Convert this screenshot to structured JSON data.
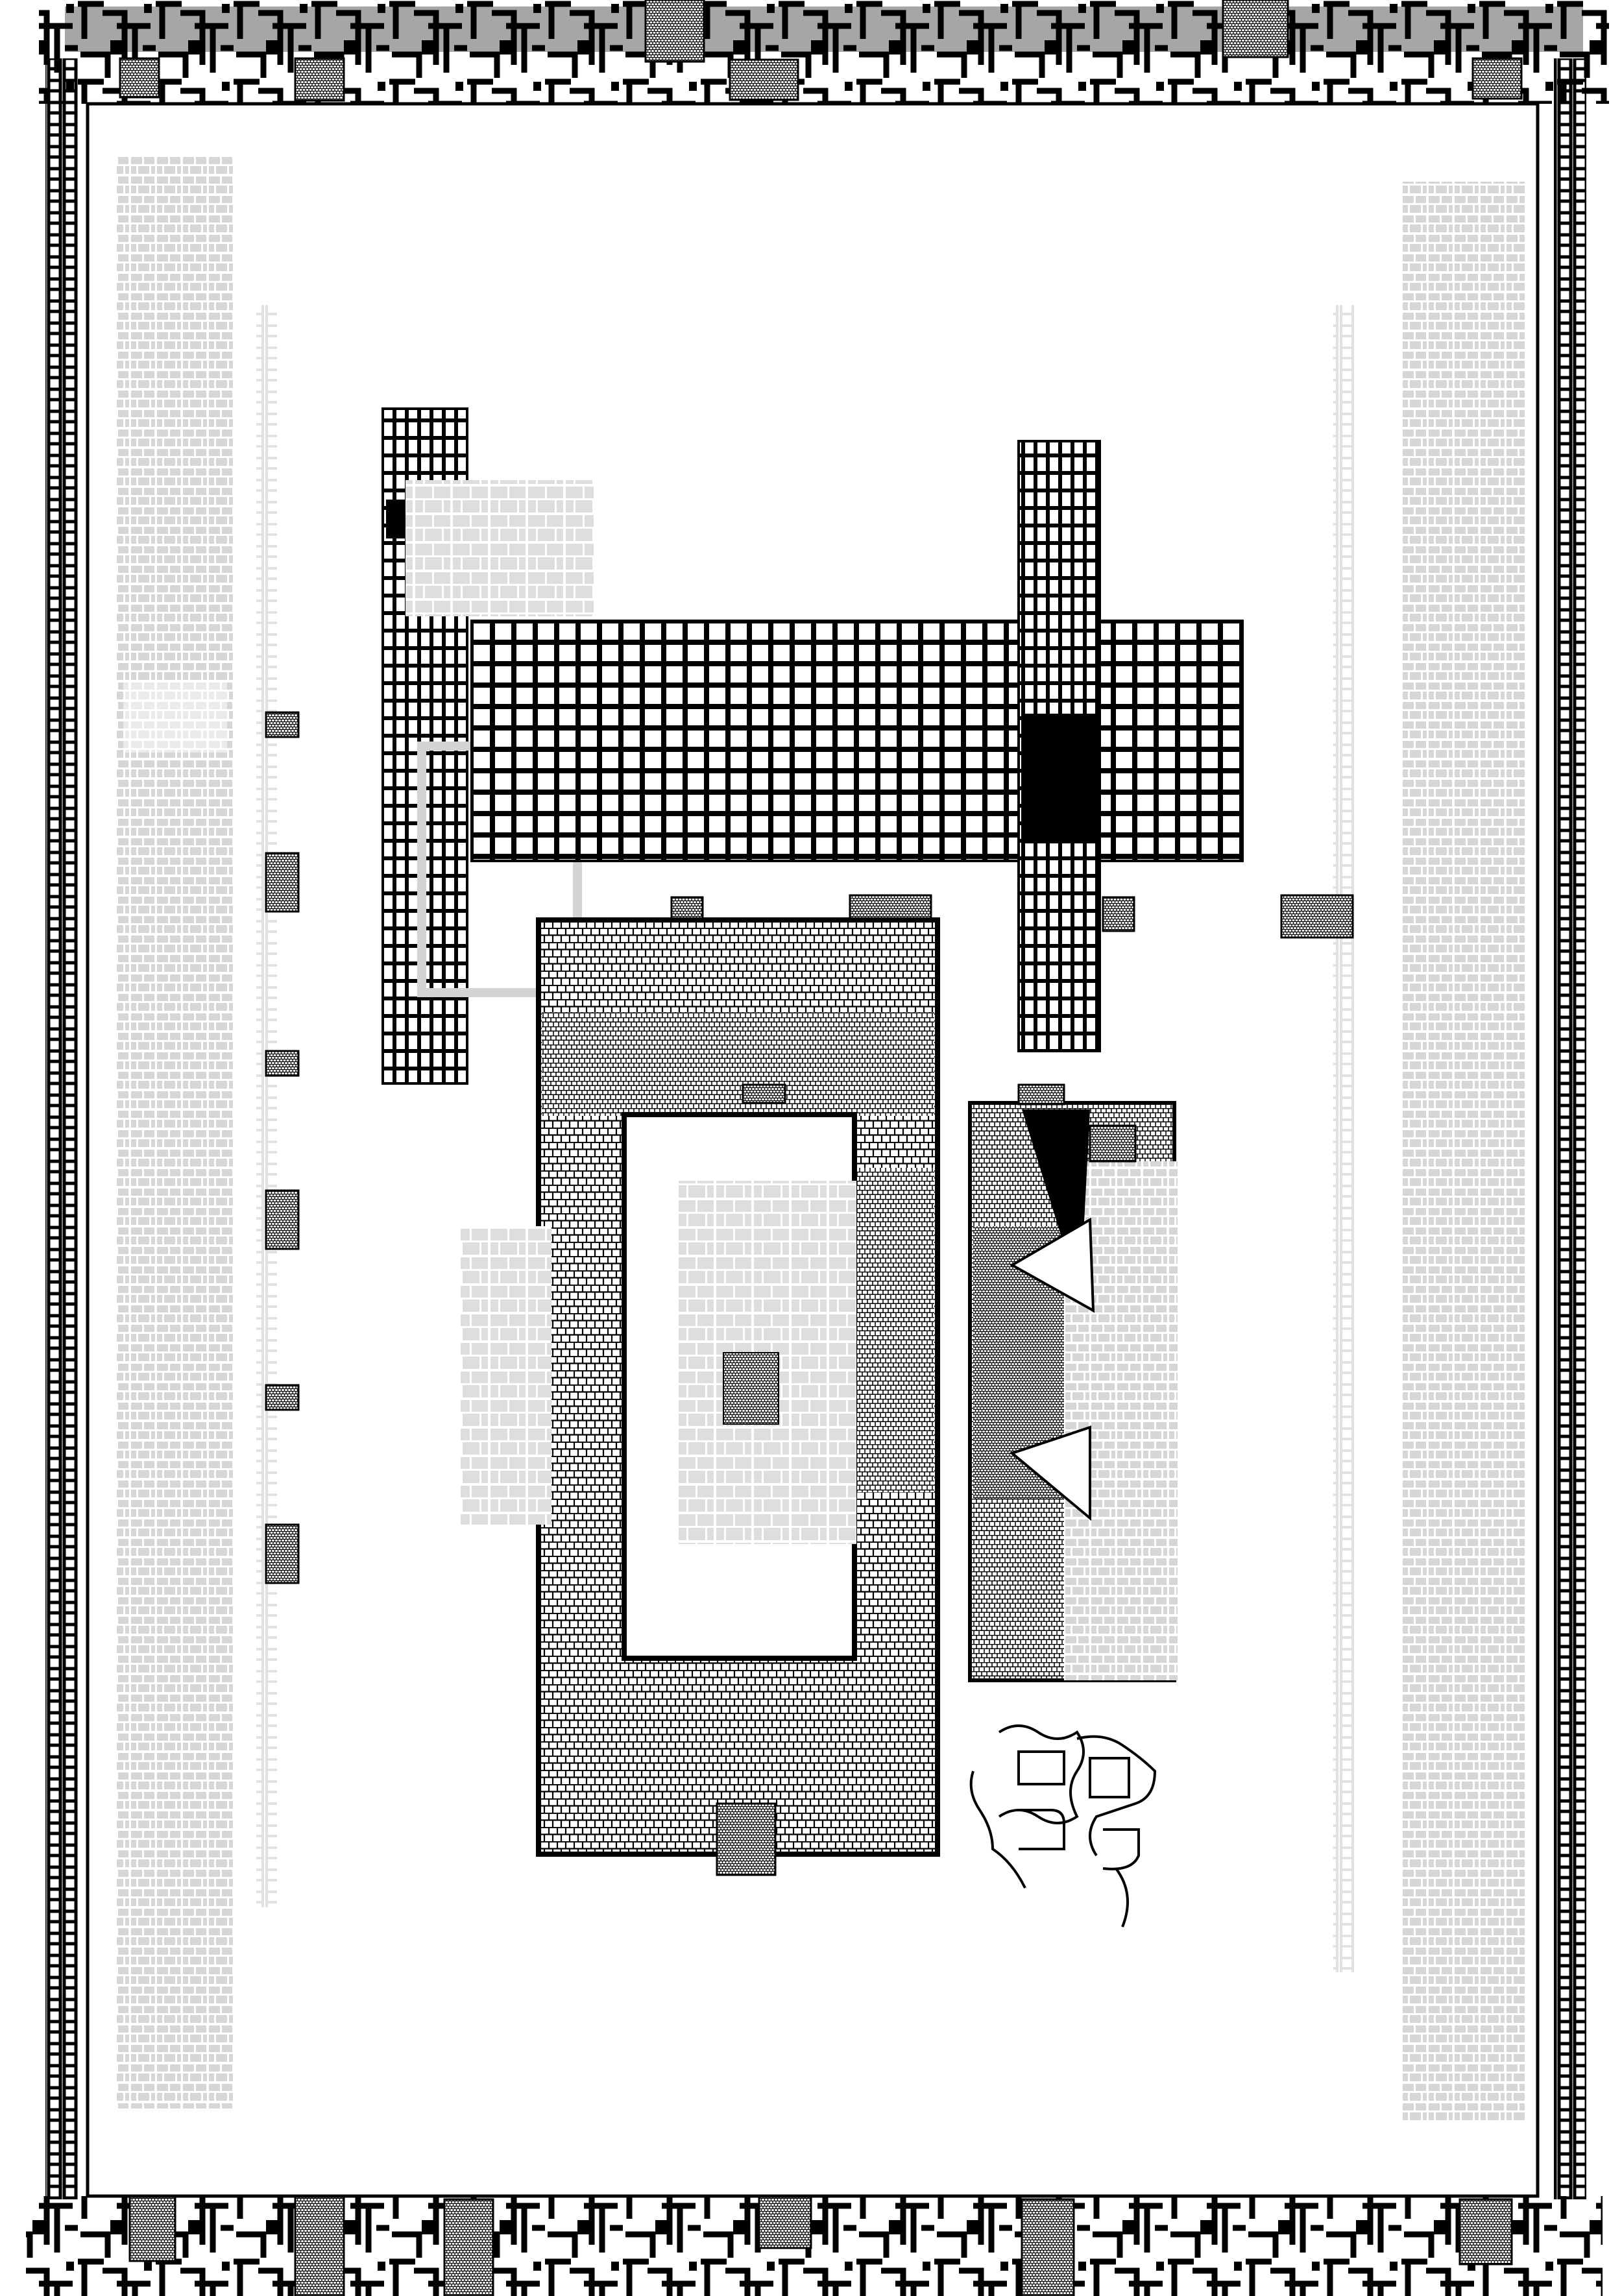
{
  "palette": {
    "background": "#ffffff",
    "ink": "#000000",
    "light_gray": "#dcdcdc",
    "mid_gray": "#cfcfcf",
    "faint_gray": "#e6e6e6"
  },
  "composition": {
    "kind": "abstract-architectural-texture-collage",
    "texture_names": [
      "stone-grid-texture",
      "open-grid-texture",
      "black-grid-texture",
      "mosaic-swatch",
      "organic-line-pattern"
    ]
  }
}
